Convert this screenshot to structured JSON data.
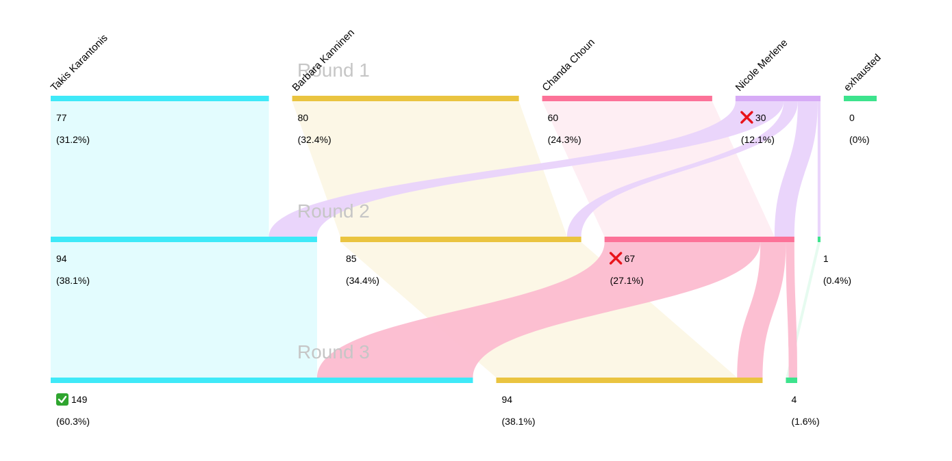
{
  "candidates": [
    {
      "name": "Takis Karantonis",
      "bar": "#3fe9f8",
      "fill": "#e3fcfe",
      "flow": "#bff6fb"
    },
    {
      "name": "Barbara Kanninen",
      "bar": "#eac440",
      "fill": "#fcf7e6",
      "flow": "#fbefcb"
    },
    {
      "name": "Chanda Choun",
      "bar": "#fc7298",
      "fill": "#feeef3",
      "flow": "#fcbcd0"
    },
    {
      "name": "Nicole Merlene",
      "bar": "#d7abf6",
      "fill": "#f4eafd",
      "flow": "#e9d3fb"
    },
    {
      "name": "exhausted",
      "bar": "#3de38d",
      "fill": "#e6fbf0",
      "flow": "#c8f5dd"
    }
  ],
  "rounds": [
    {
      "label": "Round 1",
      "results": [
        {
          "candidate": "Takis Karantonis",
          "value": "77",
          "pct": "(31.2%)",
          "mark": ""
        },
        {
          "candidate": "Barbara Kanninen",
          "value": "80",
          "pct": "(32.4%)",
          "mark": ""
        },
        {
          "candidate": "Chanda Choun",
          "value": "60",
          "pct": "(24.3%)",
          "mark": ""
        },
        {
          "candidate": "Nicole Merlene",
          "value": "30",
          "pct": "(12.1%)",
          "mark": "eliminated"
        },
        {
          "candidate": "exhausted",
          "value": "0",
          "pct": "(0%)",
          "mark": ""
        }
      ]
    },
    {
      "label": "Round 2",
      "results": [
        {
          "candidate": "Takis Karantonis",
          "value": "94",
          "pct": "(38.1%)",
          "mark": ""
        },
        {
          "candidate": "Barbara Kanninen",
          "value": "85",
          "pct": "(34.4%)",
          "mark": ""
        },
        {
          "candidate": "Chanda Choun",
          "value": "67",
          "pct": "(27.1%)",
          "mark": "eliminated"
        },
        {
          "candidate": "exhausted",
          "value": "1",
          "pct": "(0.4%)",
          "mark": ""
        }
      ]
    },
    {
      "label": "Round 3",
      "results": [
        {
          "candidate": "Takis Karantonis",
          "value": "149",
          "pct": "(60.3%)",
          "mark": "winner"
        },
        {
          "candidate": "Barbara Kanninen",
          "value": "94",
          "pct": "(38.1%)",
          "mark": ""
        },
        {
          "candidate": "exhausted",
          "value": "4",
          "pct": "(1.6%)",
          "mark": ""
        }
      ]
    }
  ],
  "transfers": [
    {
      "round": 1,
      "from": "Nicole Merlene",
      "to": "Takis Karantonis",
      "votes": 17
    },
    {
      "round": 1,
      "from": "Nicole Merlene",
      "to": "Barbara Kanninen",
      "votes": 5
    },
    {
      "round": 1,
      "from": "Nicole Merlene",
      "to": "Chanda Choun",
      "votes": 7
    },
    {
      "round": 1,
      "from": "Nicole Merlene",
      "to": "exhausted",
      "votes": 1
    },
    {
      "round": 2,
      "from": "Chanda Choun",
      "to": "Takis Karantonis",
      "votes": 55
    },
    {
      "round": 2,
      "from": "Chanda Choun",
      "to": "Barbara Kanninen",
      "votes": 9
    },
    {
      "round": 2,
      "from": "Chanda Choun",
      "to": "exhausted",
      "votes": 3
    }
  ],
  "marks": {
    "eliminated": {
      "glyph": "✕",
      "color": "#e8141b",
      "icon": "elimination-x-icon"
    },
    "winner": {
      "glyph": "✓",
      "color": "#2fa52f",
      "icon": "winner-checkmark-icon"
    }
  }
}
